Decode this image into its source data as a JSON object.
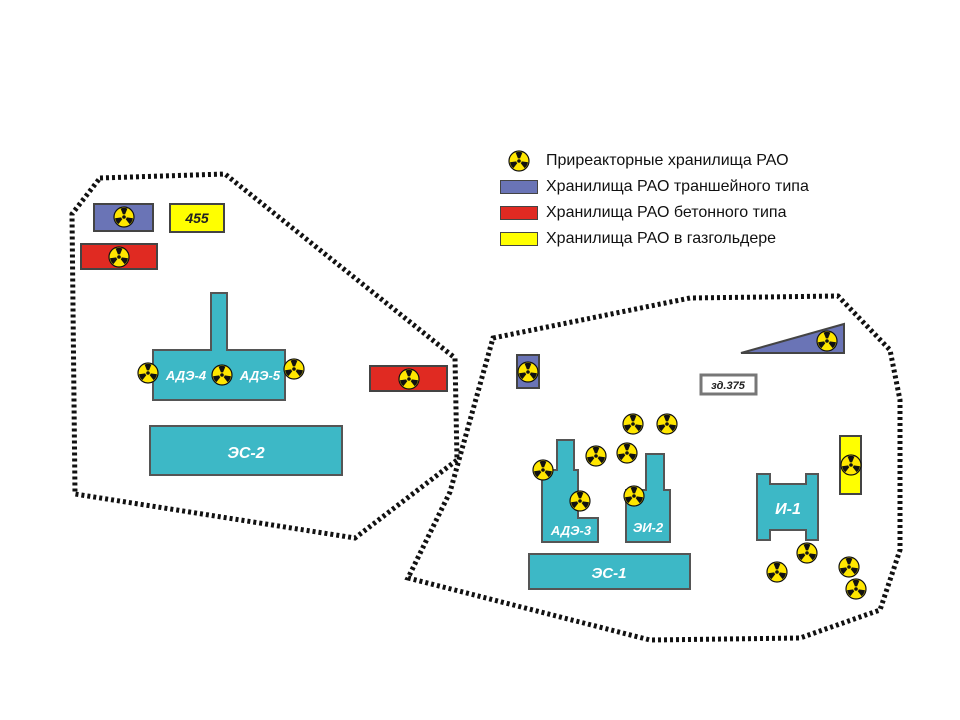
{
  "colors": {
    "building": "#3db8c6",
    "building_stroke": "#555555",
    "trench": "#6a74b6",
    "concrete": "#e02a22",
    "gasholder": "#ffff00",
    "trefoil": "#ffe600",
    "boundary": "#111111"
  },
  "legend": {
    "items": [
      {
        "symbol": "radiation-trefoil",
        "label": "Приреакторные хранилища РАО"
      },
      {
        "symbol": "swatch-trench",
        "label": "Хранилища РАО траншейного типа"
      },
      {
        "symbol": "swatch-concrete",
        "label": "Хранилища РАО бетонного типа"
      },
      {
        "symbol": "swatch-gasholder",
        "label": "Хранилища РАО в газгольдере"
      }
    ]
  },
  "map": {
    "labels": {
      "ade4": "АДЭ-4",
      "ade5": "АДЭ-5",
      "es2": "ЭС-2",
      "bld455": "455",
      "zd375": "зд.375",
      "ade3": "АДЭ-3",
      "ei2": "ЭИ-2",
      "i1": "И-1",
      "es1": "ЭС-1"
    }
  }
}
